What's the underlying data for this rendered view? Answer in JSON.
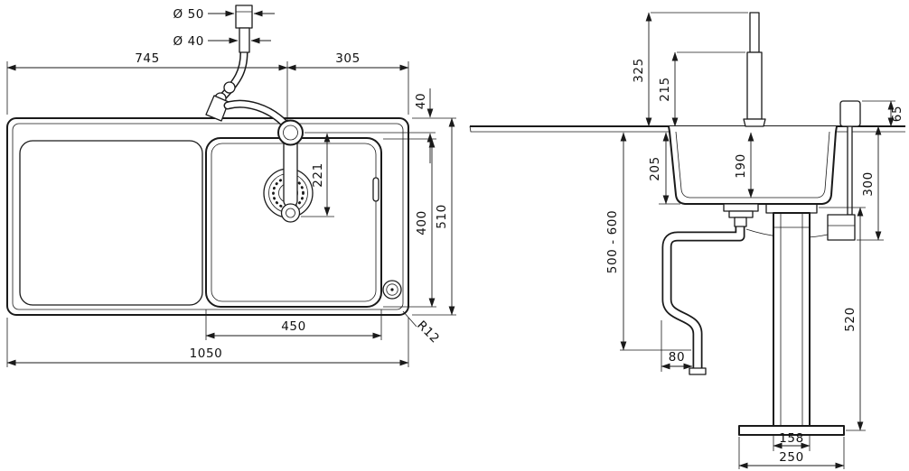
{
  "colors": {
    "line": "#1a1a1a",
    "background": "#ffffff"
  },
  "top_view": {
    "hose_dia_upper": "Ø 50",
    "hose_dia_lower": "Ø 40",
    "width_left": "745",
    "width_right": "305",
    "tap_offset": "40",
    "tap_to_spout": "221",
    "bowl_depth": "400",
    "total_depth": "510",
    "bowl_width": "450",
    "total_width": "1050",
    "corner_radius": "R12"
  },
  "side_view": {
    "tap_height": "325",
    "spout_height": "215",
    "bowl_outer_depth": "205",
    "bowl_inner_depth": "190",
    "drain_height_range": "500 - 600",
    "control_box_depth": "300",
    "control_knob_height": "65",
    "frame_height": "520",
    "outlet_offset": "80",
    "frame_width": "158",
    "base_plate_width": "250"
  }
}
